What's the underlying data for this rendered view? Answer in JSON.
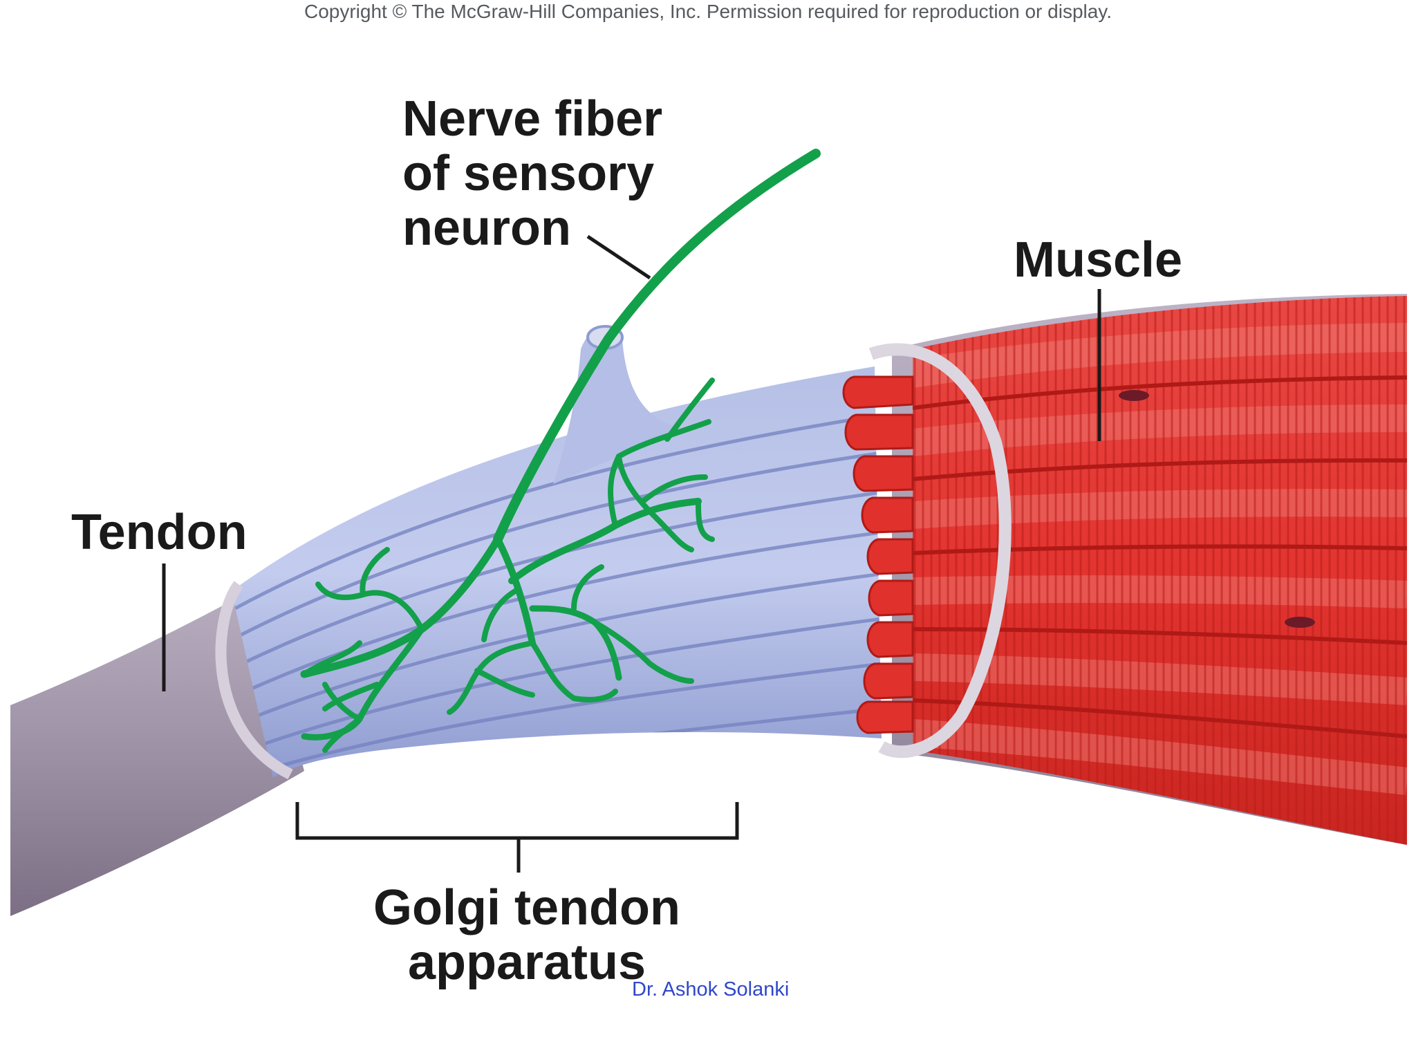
{
  "copyright": "Copyright © The McGraw-Hill Companies, Inc. Permission required for reproduction or display.",
  "labels": {
    "nerve_fiber": [
      "Nerve fiber",
      "of sensory",
      "neuron"
    ],
    "muscle": "Muscle",
    "tendon": "Tendon",
    "golgi": [
      "Golgi tendon",
      "apparatus"
    ]
  },
  "credit": "Dr. Ashok Solanki",
  "colors": {
    "nerve": "#13a04a",
    "muscle": "#e0312c",
    "tendon": "#9c8fa3",
    "capsule": "#a7b2dc"
  }
}
